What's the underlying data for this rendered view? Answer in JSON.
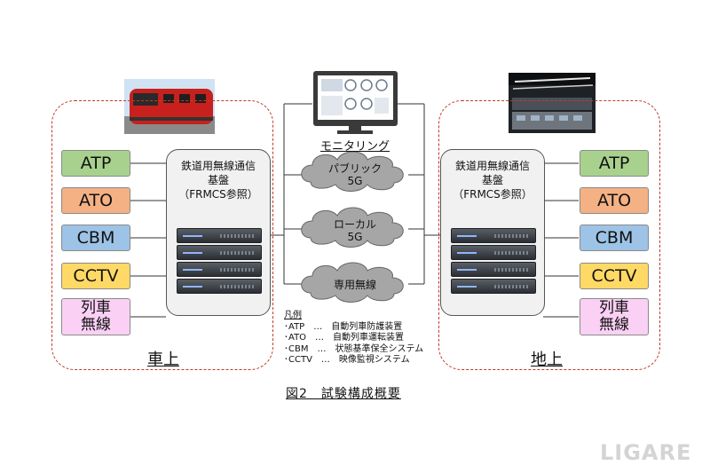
{
  "onboard": {
    "zone_label": "車上",
    "platform_title_lines": [
      "鉄道用無線通信",
      "基盤",
      "（FRMCS参照）"
    ],
    "systems": [
      {
        "label": "ATP",
        "color": "#a9d18e"
      },
      {
        "label": "ATO",
        "color": "#f4b183"
      },
      {
        "label": "CBM",
        "color": "#9dc3e6"
      },
      {
        "label": "CCTV",
        "color": "#ffd966"
      },
      {
        "label": "列車無線",
        "lines": [
          "列車",
          "無線"
        ],
        "color": "#fbd0f5"
      }
    ]
  },
  "ground": {
    "zone_label": "地上",
    "platform_title_lines": [
      "鉄道用無線通信",
      "基盤",
      "（FRMCS参照）"
    ],
    "systems": [
      {
        "label": "ATP",
        "color": "#a9d18e"
      },
      {
        "label": "ATO",
        "color": "#f4b183"
      },
      {
        "label": "CBM",
        "color": "#9dc3e6"
      },
      {
        "label": "CCTV",
        "color": "#ffd966"
      },
      {
        "label": "列車無線",
        "lines": [
          "列車",
          "無線"
        ],
        "color": "#fbd0f5"
      }
    ]
  },
  "monitoring_label": "モニタリング",
  "networks": [
    {
      "lines": [
        "パブリック",
        "5G"
      ]
    },
    {
      "lines": [
        "ローカル",
        "5G"
      ]
    },
    {
      "lines": [
        "専用無線"
      ]
    }
  ],
  "legend": {
    "title": "凡例",
    "items": [
      "･ATP　…　自動列車防護装置",
      "･ATO　…　自動列車運転装置",
      "･CBM　…　状態基準保全システム",
      "･CCTV　…　映像監視システム"
    ]
  },
  "caption": "図2　試験構成概要",
  "watermark": "LIGARE",
  "colors": {
    "zone_border": "#c0392b",
    "line": "#333333"
  }
}
